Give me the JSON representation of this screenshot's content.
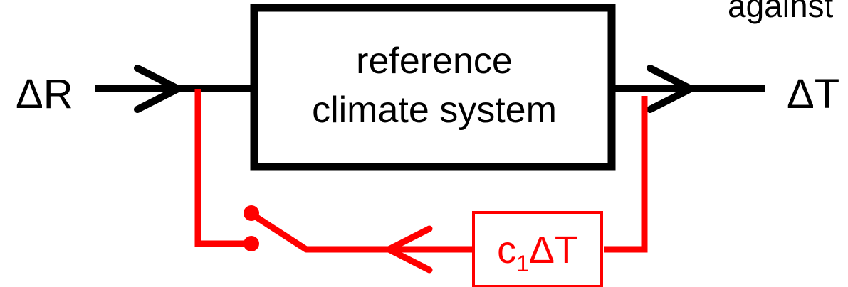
{
  "diagram": {
    "corner_text": "against",
    "input_label": "ΔR",
    "output_label": "ΔT",
    "system_box": {
      "line1": "reference",
      "line2": "climate system"
    },
    "feedback_box": {
      "coefficient": "c",
      "subscript": "1",
      "term": "ΔT"
    },
    "colors": {
      "signal_path": "#000000",
      "feedback_path": "#ff0000"
    }
  }
}
